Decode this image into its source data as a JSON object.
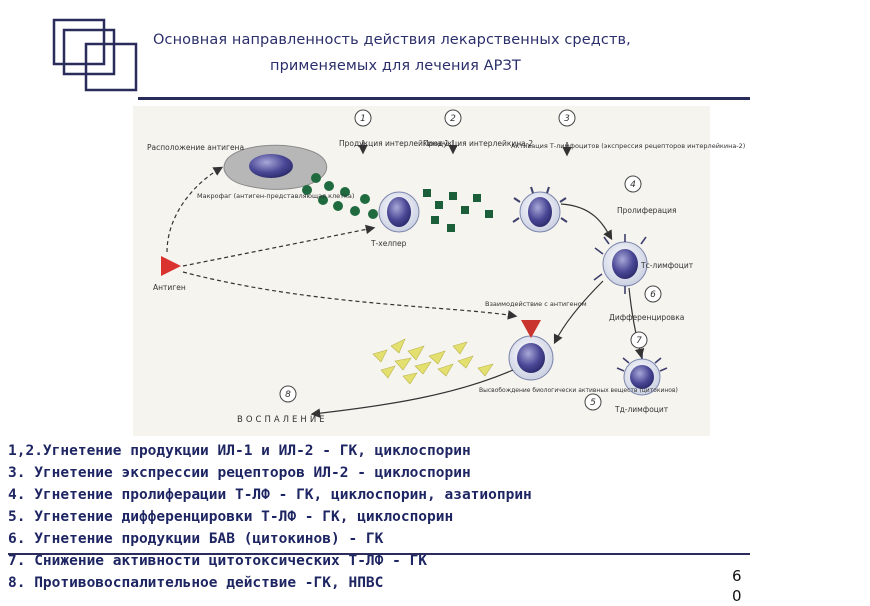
{
  "header": {
    "title_line1": "Основная направленность действия лекарственных средств,",
    "title_line2": "применяемых для лечения АРЗТ"
  },
  "diagram": {
    "labels": {
      "antigen_presentation": "Расположение антигена",
      "il1_production": "Продукция интерлейкина-1",
      "il2_production": "Продукция интерлейкина-2",
      "t_activation": "Активация Т-лимфоцитов (экспрессия рецепторов интерлейкина-2)",
      "macrophage": "Макрофаг (антиген-представляющая клетка)",
      "t_helper": "Т-хелпер",
      "proliferation": "Пролиферация",
      "tc_lymphocyte": "Тс-лимфоцит",
      "antigen": "Антиген",
      "antigen_interaction": "Взаимодействие с антигеном",
      "differentiation": "Дифференцировка",
      "bav_release": "Высвобождение биологически активных веществ (цитокинов)",
      "td_lymphocyte": "Тд-лимфоцит",
      "inflammation": "ВОСПАЛЕНИЕ"
    },
    "step_numbers": [
      "1",
      "2",
      "3",
      "4",
      "5",
      "6",
      "7",
      "8"
    ]
  },
  "list": [
    "1,2.Угнетение продукции ИЛ-1 и ИЛ-2 - ГК, циклоспорин",
    "3. Угнетение экспрессии рецепторов ИЛ-2 - циклоспорин",
    "4. Угнетение пролиферации Т-ЛФ - ГК, циклоспорин, азатиоприн",
    "5. Угнетение дифференцировки Т-ЛФ - ГК, циклоспорин",
    "6. Угнетение продукции БАВ (цитокинов) - ГК",
    "7. Снижение активности цитотоксических Т-ЛФ - ГК",
    "8. Противовоспалительное действие -ГК, НПВС"
  ],
  "page_number": "6 0",
  "colors": {
    "title": "#2b2f6b",
    "rule": "#2a2d5c",
    "list_text": "#1e2563",
    "cell_nucleus": "#3e3d8a",
    "antigen": "#d9322f",
    "il1_granules": "#1f6b3f",
    "il2_granules": "#1b5e3a",
    "cytokines": "#e4e070"
  }
}
